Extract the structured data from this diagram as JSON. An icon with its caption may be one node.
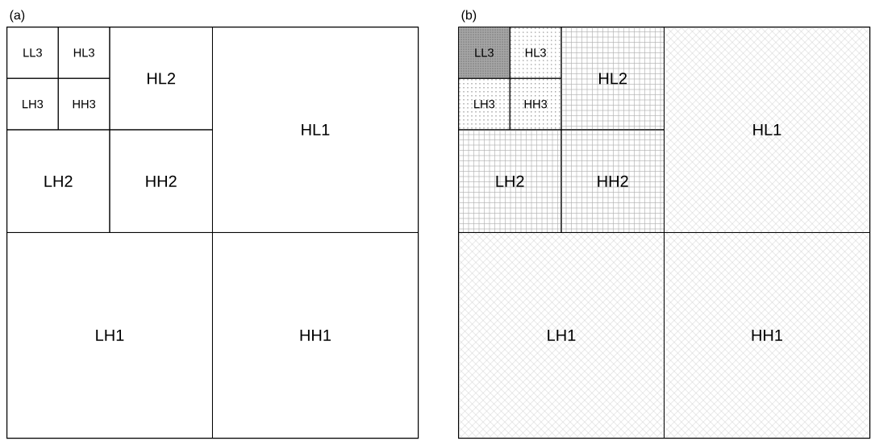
{
  "diagram": {
    "nodes": [
      {
        "text": [
          "(a)"
        ]
      },
      {
        "text": [
          "LL3"
        ],
        "in": 0
      },
      {
        "text": [
          "HL3"
        ],
        "in": 0
      },
      {
        "text": [
          "LH3"
        ],
        "in": 0
      },
      {
        "text": [
          "HH3"
        ],
        "in": 0
      },
      {
        "text": [
          "HL2"
        ],
        "in": 0
      },
      {
        "text": [
          "LH2"
        ],
        "in": 0
      },
      {
        "text": [
          "HH2"
        ],
        "in": 0
      },
      {
        "text": [
          "HL1"
        ],
        "in": 0
      },
      {
        "text": [
          "LH1"
        ],
        "in": 0
      },
      {
        "text": [
          "HH1"
        ],
        "in": 0
      },
      {
        "text": [
          "(b)"
        ]
      },
      {
        "text": [
          "LL3"
        ],
        "in": 11
      },
      {
        "text": [
          "HL3"
        ],
        "in": 11
      },
      {
        "text": [
          "LH3"
        ],
        "in": 11
      },
      {
        "text": [
          "HH3"
        ],
        "in": 11
      },
      {
        "text": [
          "HL2"
        ],
        "in": 11
      },
      {
        "text": [
          "LH2"
        ],
        "in": 11
      },
      {
        "text": [
          "HH2"
        ],
        "in": 11
      },
      {
        "text": [
          "HL1"
        ],
        "in": 11
      },
      {
        "text": [
          "LH1"
        ],
        "in": 11
      },
      {
        "text": [
          "HH1"
        ],
        "in": 11
      }
    ]
  }
}
